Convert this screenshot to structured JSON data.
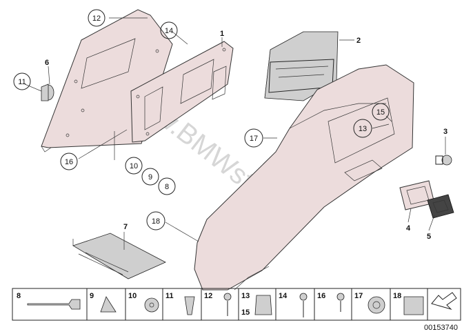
{
  "diagram": {
    "callouts": [
      "1",
      "2",
      "3",
      "4",
      "5",
      "6",
      "7",
      "8",
      "9",
      "10",
      "11",
      "12",
      "13",
      "14",
      "15",
      "16",
      "17",
      "18"
    ],
    "watermark": "www.BMWstore.pl",
    "image_number": "00153740"
  },
  "legend": {
    "cells": [
      {
        "num": "8"
      },
      {
        "num": "9"
      },
      {
        "num": "10"
      },
      {
        "num": "11"
      },
      {
        "num": "12"
      },
      {
        "num": "13",
        "num2": "15"
      },
      {
        "num": "14"
      },
      {
        "num": "16"
      },
      {
        "num": "17"
      },
      {
        "num": "18"
      },
      {
        "num": ""
      }
    ]
  },
  "icons": {
    "arrow": "arrow-pointer-icon"
  }
}
